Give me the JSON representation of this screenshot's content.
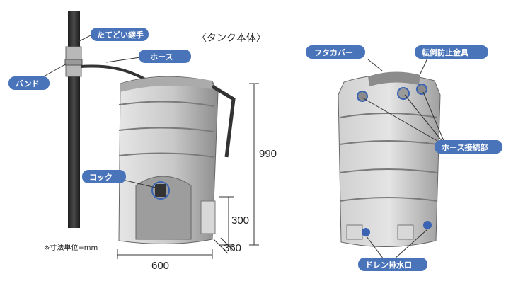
{
  "title": "〈タンク本体〉",
  "note": "※寸法単位=mm",
  "labels": {
    "tatedoi_tsugite": "たてどい継手",
    "hose": "ホース",
    "band": "バンド",
    "cock": "コック",
    "futa_cover": "フタカバー",
    "tentou_boushi": "転倒防止金具",
    "hose_setsuzokubu": "ホース接続部",
    "drain": "ドレン排水口"
  },
  "dimensions": {
    "height": "990",
    "lower_height": "300",
    "depth": "360",
    "width": "600"
  },
  "colors": {
    "label_bg": "#4a74b9",
    "tank_body": "#c9c9c9",
    "tank_shadow": "#8a8a8a",
    "pipe": "#2b2b2b",
    "accent_ring": "#3a64b3"
  }
}
